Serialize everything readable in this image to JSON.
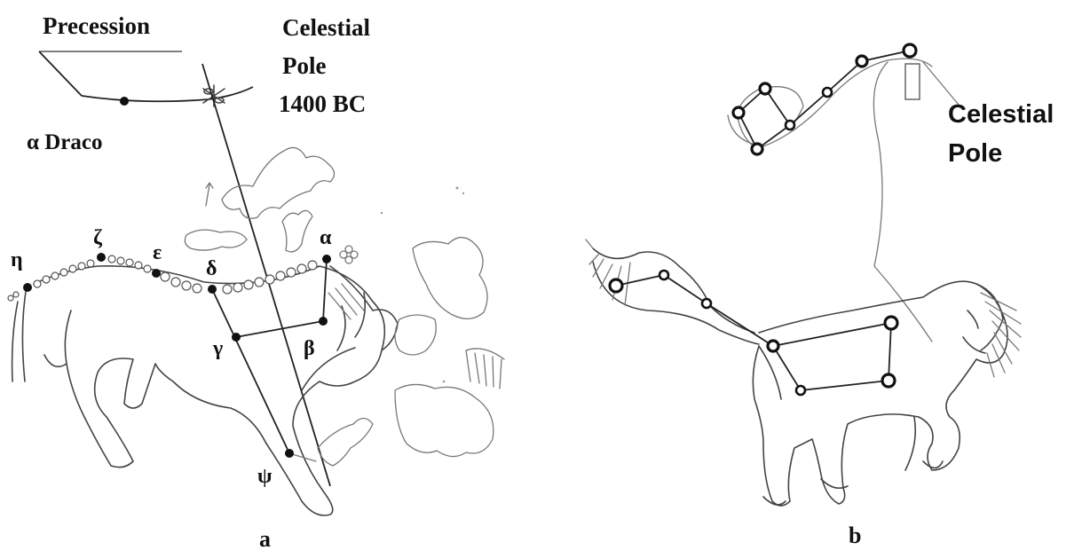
{
  "panel_a": {
    "label": "a",
    "precession": "Precession",
    "alpha_draco": "α Draco",
    "celestial_pole_line1": "Celestial",
    "celestial_pole_line2": "Pole",
    "celestial_pole_line3": "1400 BC",
    "stars": {
      "eta": "η",
      "zeta": "ζ",
      "epsilon": "ε",
      "delta": "δ",
      "alpha": "α",
      "gamma": "γ",
      "beta": "β",
      "psi": "ψ"
    }
  },
  "panel_b": {
    "label": "b",
    "celestial_pole_line1": "Celestial",
    "celestial_pole_line2": "Pole"
  }
}
